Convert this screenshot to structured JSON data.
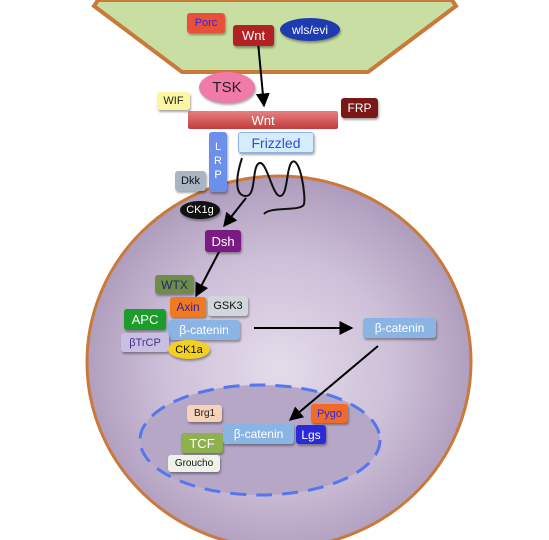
{
  "labels": {
    "porc": "Porc",
    "wnt_secreted": "Wnt",
    "wls_evi": "wls/evi",
    "tsk": "TSK",
    "wif": "WIF",
    "frp": "FRP",
    "wnt_receptor": "Wnt",
    "frizzled": "Frizzled",
    "lrp": "LRP",
    "dkk": "Dkk",
    "ck1g": "CK1g",
    "dsh": "Dsh",
    "wtx": "WTX",
    "axin": "Axin",
    "gsk3": "GSK3",
    "apc": "APC",
    "bcat_complex": "β-catenin",
    "btrcp": "βTrCP",
    "ck1a": "CK1a",
    "bcat_free": "β-catenin",
    "brg1": "Brg1",
    "pygo": "Pygo",
    "tcf": "TCF",
    "bcat_nuclear": "β-catenin",
    "lgs": "Lgs",
    "groucho": "Groucho"
  },
  "colors": {
    "sending_cell": "#c6dca0",
    "cell": "#c3b3cf",
    "cell_border": "#c97a3a",
    "nucleus_border": "#5577ee",
    "arrow": "#000000"
  }
}
